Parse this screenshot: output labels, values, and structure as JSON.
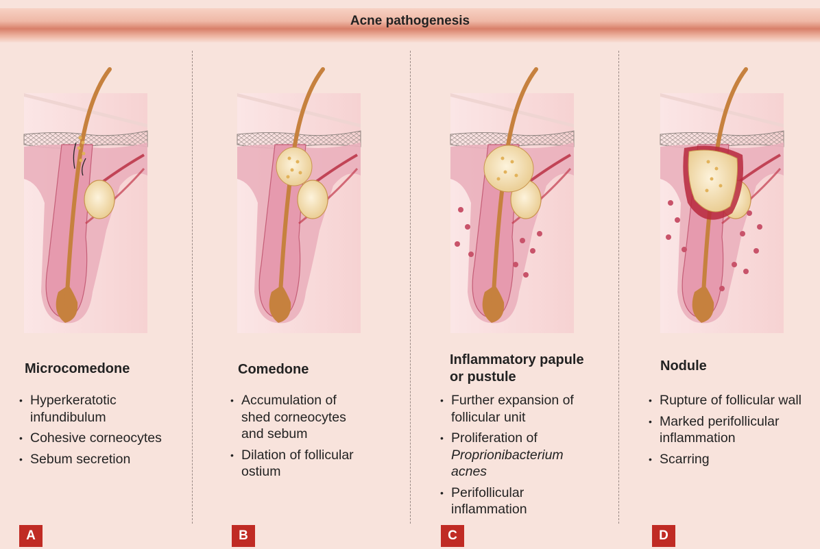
{
  "title": "Acne pathogenesis",
  "colors": {
    "title_band": "#e08d77",
    "panel_bg": "#f8e3dc",
    "skin": "#e8a8b5",
    "hair": "#c6813e",
    "sebum": "#f0d9a0",
    "inflammation": "#b7283c",
    "badge": "#c02b24"
  },
  "panels": [
    {
      "name": "Microcomedone",
      "letter": "A",
      "bullets": [
        "Hyperkeratotic infundibulum",
        "Cohesive corneocytes",
        "Sebum secretion"
      ]
    },
    {
      "name": "Comedone",
      "letter": "B",
      "bullets": [
        "Accumulation of shed corneocytes and sebum",
        "Dilation of follicular ostium"
      ]
    },
    {
      "name": "Inflammatory papule or pustule",
      "letter": "C",
      "bullets": [
        "Further expansion of follicular unit",
        "Proliferation of",
        "Proprionibacterium acnes",
        "Perifollicular inflammation"
      ]
    },
    {
      "name": "Nodule",
      "letter": "D",
      "bullets": [
        "Rupture of follicular wall",
        "Marked perifollicular inflammation",
        "Scarring"
      ]
    }
  ]
}
